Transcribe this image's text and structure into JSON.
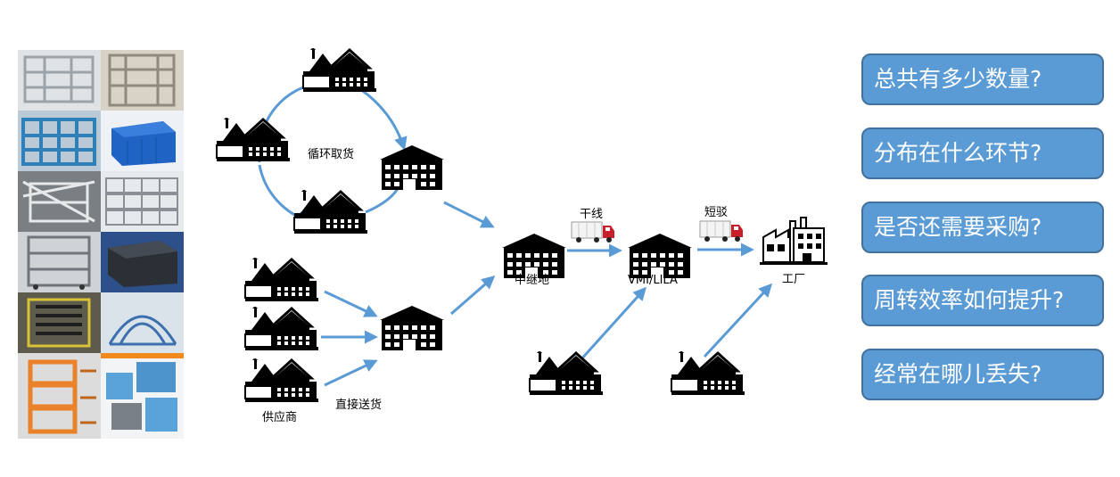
{
  "diagram": {
    "loop_label": "循环取货",
    "supplier_label": "供应商",
    "direct_label": "直接送货",
    "relay_label": "中继地",
    "vmi_label": "VMI/LILA",
    "factory_label": "工厂",
    "trunk_label": "干线",
    "shuttle_label": "短驳",
    "arrow_color": "#5b9bd5"
  },
  "questions": [
    "总共有多少数量?",
    "分布在什么环节?",
    "是否还需要采购?",
    "周转效率如何提升?",
    "经常在哪儿丢失?"
  ],
  "photos": [
    {
      "name": "silver-rack-photo",
      "color": "#a7adb3"
    },
    {
      "name": "beige-rack-photo",
      "color": "#c4bfb2"
    },
    {
      "name": "blue-rack-photo",
      "color": "#3f84b5"
    },
    {
      "name": "blue-bin-photo",
      "color": "#2b6cc0"
    },
    {
      "name": "white-rack-photo",
      "color": "#8f959b"
    },
    {
      "name": "stacked-rack-photo",
      "color": "#b8bec4"
    },
    {
      "name": "warehouse-rack-photo",
      "color": "#9aa0a6"
    },
    {
      "name": "black-bin-photo",
      "color": "#3a3f48"
    },
    {
      "name": "yellow-rack-photo",
      "color": "#4a4a3e"
    },
    {
      "name": "curved-rack-photo",
      "color": "#cfd6de"
    },
    {
      "name": "orange-rack-photo",
      "color": "#e9822a"
    },
    {
      "name": "blue-crates-photo",
      "color": "#7fb4dc"
    }
  ]
}
